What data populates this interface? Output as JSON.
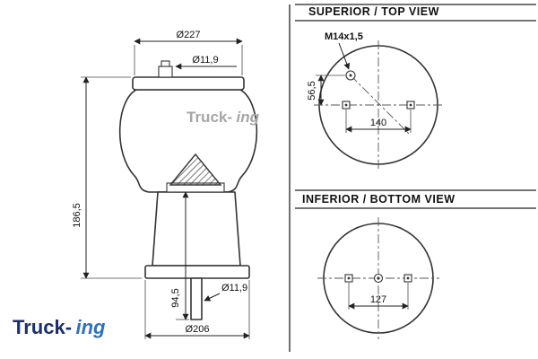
{
  "drawing": {
    "side_view": {
      "dia_top": "Ø227",
      "dia_stud": "Ø11,9",
      "height_total": "186,5",
      "height_piston": "94,5",
      "dia_rod": "Ø11,9",
      "dia_bottom": "Ø206"
    },
    "top_view": {
      "title": "SUPERIOR / TOP VIEW",
      "thread": "M14x1,5",
      "offset": "56,5",
      "bolt_spacing": "140"
    },
    "bottom_view": {
      "title": "INFERIOR / BOTTOM VIEW",
      "bolt_spacing": "127"
    },
    "branding": {
      "logo_part1": "Truck-",
      "logo_part2": "ing",
      "watermark_part1": "Truck-",
      "watermark_part2": "ing"
    },
    "colors": {
      "line": "#333333",
      "dim": "#222222",
      "logo_dark": "#1b2f6e",
      "logo_light": "#2f71bd",
      "watermark": "#a6a6a6"
    }
  }
}
